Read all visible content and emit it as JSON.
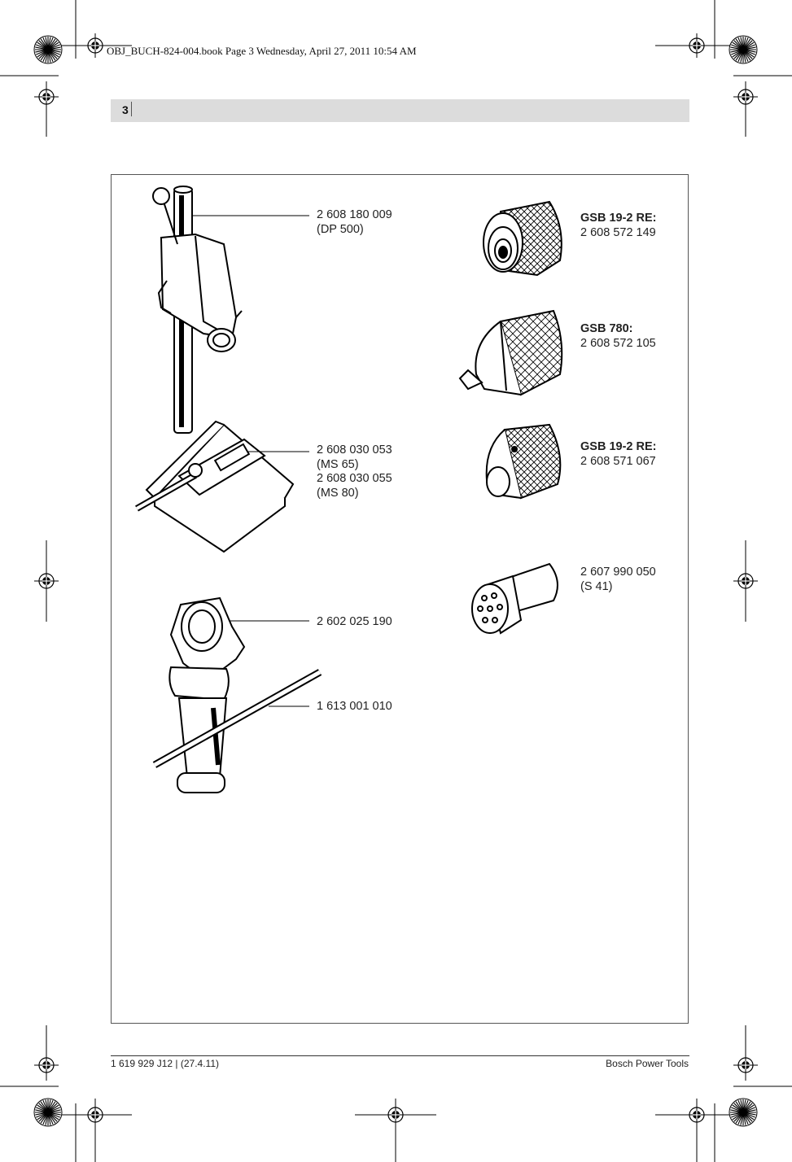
{
  "slug_line": "OBJ_BUCH-824-004.book  Page 3  Wednesday, April 27, 2011  10:54 AM",
  "page_number": "3",
  "accessories": {
    "drill_stand": {
      "code": "2 608 180 009",
      "model": "(DP 500)"
    },
    "drill_vice": {
      "code_a": "2 608 030 053",
      "model_a": "(MS 65)",
      "code_b": "2 608 030 055",
      "model_b": "(MS 80)"
    },
    "aux_handle": {
      "code": "2 602 025 190"
    },
    "depth_stop": {
      "code": "1 613 001 010"
    },
    "chuck_keyless_1": {
      "device": "GSB 19-2 RE:",
      "code": "2 608 572 149"
    },
    "chuck_keyless_2": {
      "device": "GSB 780:",
      "code": "2 608 572 105"
    },
    "chuck_key": {
      "device": "GSB 19-2 RE:",
      "code": "2 608 571 067"
    },
    "chuck_key_tool": {
      "code": "2 607 990 050",
      "model": "(S 41)"
    }
  },
  "footer": {
    "doc_number": "1 619 929 J12 | (27.4.11)",
    "brand": "Bosch Power Tools"
  }
}
